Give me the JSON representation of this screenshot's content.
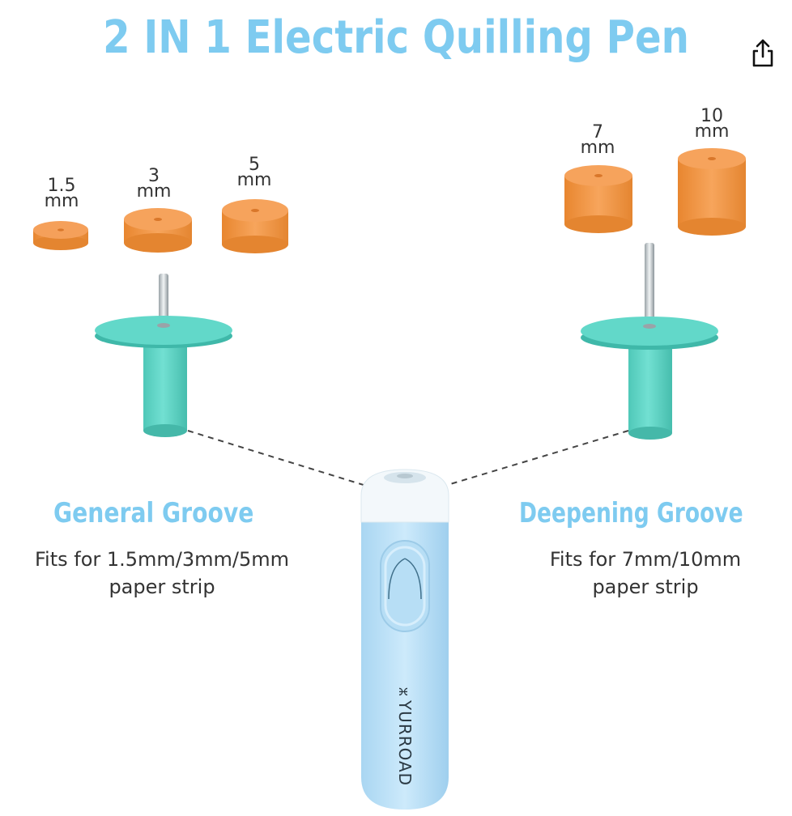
{
  "header": {
    "title": "2 IN 1 Electric Quilling Pen",
    "share_icon": "share-icon"
  },
  "colors": {
    "title": "#7ecbf0",
    "paper": "#f49b4c",
    "groove": "#5cd3c4",
    "pen": "#bfe2f7"
  },
  "coils_left": [
    {
      "size": "1.5",
      "unit": "mm"
    },
    {
      "size": "3",
      "unit": "mm"
    },
    {
      "size": "5",
      "unit": "mm"
    }
  ],
  "coils_right": [
    {
      "size": "7",
      "unit": "mm"
    },
    {
      "size": "10",
      "unit": "mm"
    }
  ],
  "general": {
    "title": "General Groove",
    "desc_line1": "Fits for 1.5mm/3mm/5mm",
    "desc_line2": "paper strip"
  },
  "deepening": {
    "title": "Deepening Groove",
    "desc_line1": "Fits for 7mm/10mm",
    "desc_line2": "paper strip"
  },
  "pen": {
    "brand": "YURROAD"
  }
}
